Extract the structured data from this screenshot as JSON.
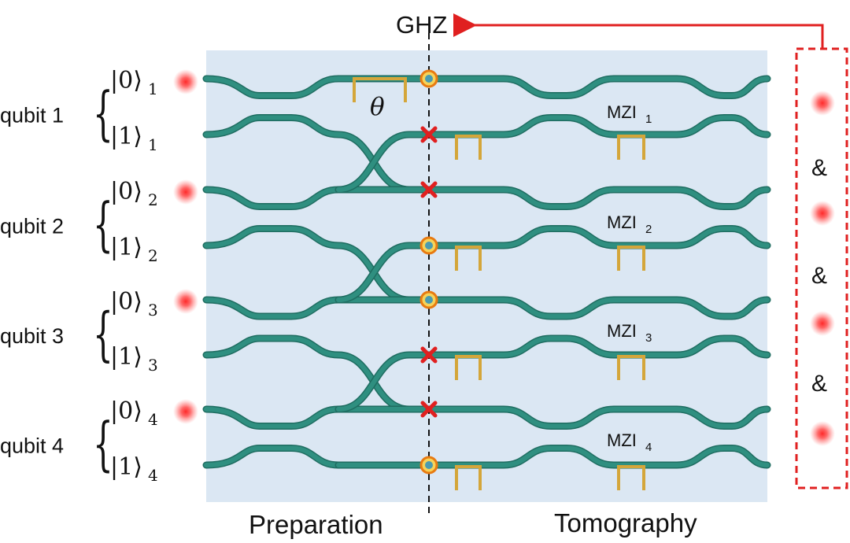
{
  "labels": {
    "top": "GHZ",
    "theta": "θ",
    "preparation": "Preparation",
    "tomography": "Tomography",
    "and_symbol": "&"
  },
  "qubits": [
    {
      "name": "qubit 1",
      "ket0": "|0⟩",
      "ket1": "|1⟩",
      "sub": "1",
      "mzi": "MZI",
      "mzi_sub": "1"
    },
    {
      "name": "qubit 2",
      "ket0": "|0⟩",
      "ket1": "|1⟩",
      "sub": "2",
      "mzi": "MZI",
      "mzi_sub": "2"
    },
    {
      "name": "qubit 3",
      "ket0": "|0⟩",
      "ket1": "|1⟩",
      "sub": "3",
      "mzi": "MZI",
      "mzi_sub": "3"
    },
    {
      "name": "qubit 4",
      "ket0": "|0⟩",
      "ket1": "|1⟩",
      "sub": "4",
      "mzi": "MZI",
      "mzi_sub": "4"
    }
  ],
  "markers": [
    "circle",
    "cross",
    "cross",
    "circle",
    "circle",
    "cross",
    "cross",
    "circle"
  ],
  "colors": {
    "panel": "#dbe7f3",
    "waveguide": "#2f8f80",
    "waveguide_light": "#45c4b0",
    "heater": "#d4a63a",
    "red": "#e02020",
    "marker_ring": "#e87a10",
    "marker_center": "#4a9bb0"
  }
}
